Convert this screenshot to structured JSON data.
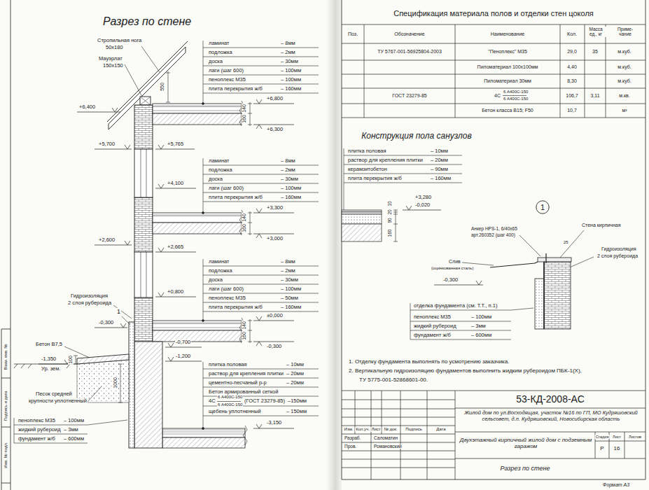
{
  "diagram": {
    "title": "Разрез по стене",
    "nodes": [
      {
        "text": [
          "1"
        ]
      }
    ],
    "labels": [
      "Стропильная нога",
      "50х180",
      "Мауэрлат",
      "150х150",
      "ламинат",
      "– 8мм",
      "подложка",
      "– 2мм",
      "доска",
      "– 30мм",
      "лаги (шаг 600)",
      "– 100мм",
      "пеноплекс М35",
      "– 100мм",
      "плита перекрытия ж/б",
      "– 160мм",
      "550",
      "+6,400",
      "+6,800",
      "140",
      "160",
      "+6,300",
      "+5,700",
      "+5,765",
      "ламинат",
      "– 8мм",
      "подложка",
      "– 2мм",
      "доска",
      "– 30мм",
      "лаги (шаг 600)",
      "– 100мм",
      "плита перекрытия ж/б",
      "– 160мм",
      "+4,100",
      "+3,300",
      "140",
      "160",
      "+3,000",
      "+2,600",
      "+2,665",
      "ламинат",
      "– 8мм",
      "подложка",
      "– 2мм",
      "доска",
      "– 30мм",
      "лаги (шаг 600)",
      "– 100мм",
      "пеноплекс М35",
      "– 50мм",
      "плита перекрытия ж/б",
      "– 160мм",
      "+0,800",
      "±0,000",
      "140",
      "160",
      "-0,300",
      "Гидроизоляция",
      "2 слоя рубероида",
      "1",
      "-0,300",
      "-0,700",
      "Бетон В7,5",
      "-1,200",
      "-1,350",
      "Ур. зем.",
      "1000",
      "100",
      "Песок средней",
      "крупности уплотненный",
      "пеноплекс М35",
      "– 100мм",
      "жидкий рубероид",
      "– 3мм",
      "фундамент ж/б",
      "– 600мм",
      "плитка половая",
      "– 10мм",
      "раствор для крепления плитки",
      "– 20мм",
      "цементно-песчаный р-р",
      "– 20мм",
      "Бетон армированный сеткой",
      "4С",
      "6 А400С-150",
      "6 А400С-150",
      "(ГОСТ 23279-85)",
      "–150мм",
      "щебень уплотненный",
      "– 150мм",
      "-3,150",
      "Инв. № подл.",
      "Подпись и дата",
      "Взам. инв. №",
      "Спецификация материала полов и отделки стен цоколя",
      "Поз.",
      "Обозначение",
      "Наименование",
      "Кол.",
      "Масса ед., кг",
      "Приме- чание",
      "ТУ 5767-001-56925804-2003",
      "\"Пеноплекс\" М35",
      "29,0",
      "35",
      "м.куб.",
      "Пиломатериал 100х100мм",
      "4,40",
      "м.куб.",
      "Пиломатериал 30мм",
      "8,30",
      "м.куб.",
      "ГОСТ 23279-85",
      "4С",
      "6 А400С-150",
      "6 А400С-150",
      "106,7",
      "3,11",
      "м.кв.",
      "Бетон класса В15; F50",
      "10,7",
      "м³",
      "Конструкция пола санузлов",
      "плитка половая",
      "– 10мм",
      "раствор для крепления плитки",
      "– 20мм",
      "керамзитобетон",
      "– 90мм",
      "плита перекрытия ж/б",
      "– 160мм",
      "+3,280",
      "-0,020",
      "10",
      "20",
      "90",
      "160",
      "Анкер HPS-1, 6/40х65",
      "арт.260352 (шаг 400)",
      "Стена кирпичная",
      "25",
      "Гидроизоляция",
      "2 слоя рубероида",
      "Слив",
      "(оцинкованная сталь)",
      "-0,300",
      "отделка фундамента (см. Т.Т., п.1)",
      "пеноплекс М35",
      "– 100мм",
      "жидкий рубероид",
      "– 3мм",
      "фундамент ж/б",
      "– 600мм",
      "1. Отделку фундамента выполнять по усмотрению заказчика.",
      "2. Вертикальную гидроизоляцию фундаментов выполнить жидким рубероидом ПБК-1(Х),",
      "ТУ 5775-001-52868601-00.",
      "53-КД-2008-АС",
      "Жилой дом по ул.Восходящая, участок №16 по ГП, МО Кудряшовский сельсовет, д.п. Кудряшовский, Новосибирская область",
      "Изм.",
      "Кол.уч.",
      "Лист",
      "№ док.",
      "Подпись",
      "Дата",
      "Разраб.",
      "Саломатин",
      "Пров.",
      "Романовский",
      "Двухэтажный кирпичный жилой дом с подземным гаражом",
      "Стадия",
      "Лист",
      "Листов",
      "Р",
      "16",
      "Разрез по стене",
      "Формат А3"
    ]
  }
}
